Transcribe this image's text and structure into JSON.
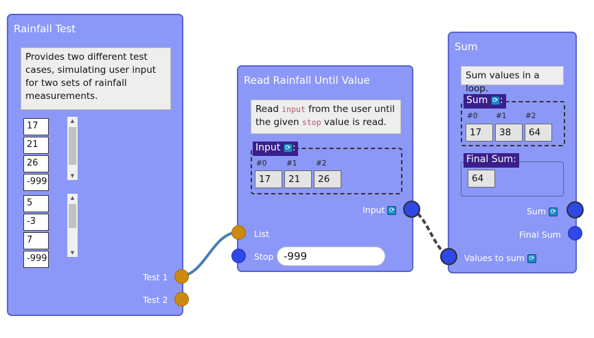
{
  "rainfall_test": {
    "title": "Rainfall Test",
    "description": "Provides two different test cases, simulating user input for two sets of rainfall measurements.",
    "list1": [
      "17",
      "21",
      "26",
      "-999"
    ],
    "list2": [
      "5",
      "-3",
      "7",
      "-999"
    ],
    "ports": {
      "test1": "Test 1",
      "test2": "Test 2"
    }
  },
  "read_rainfall": {
    "title": "Read Rainfall Until Value",
    "desc_part1": "Read ",
    "desc_code1": "input",
    "desc_part2": " from the user until the given ",
    "desc_code2": "stop",
    "desc_part3": " value is read.",
    "input_tag": "Input",
    "indices": [
      "#0",
      "#1",
      "#2"
    ],
    "values": [
      "17",
      "21",
      "26"
    ],
    "ports": {
      "input": "Input",
      "list": "List",
      "stop": "Stop"
    },
    "stop_value": "-999"
  },
  "sum": {
    "title": "Sum",
    "description": "Sum values in a loop.",
    "sum_tag": "Sum",
    "indices": [
      "#0",
      "#1",
      "#2"
    ],
    "values": [
      "17",
      "38",
      "64"
    ],
    "final_sum_tag": "Final Sum:",
    "final_sum_value": "64",
    "ports": {
      "sum": "Sum",
      "final_sum": "Final Sum",
      "values_to_sum": "Values to sum"
    }
  },
  "separator": ":",
  "loop_glyph": "⟳",
  "icons": {
    "loop": "loop-icon",
    "scroll_up": "scroll-up-arrow-icon",
    "scroll_down": "scroll-down-arrow-icon"
  },
  "colors": {
    "node_bg": "#8c98f7",
    "node_border": "#5a63cf",
    "port_orange": "#cc8a10",
    "port_blue": "#2f48e6",
    "tag_bg": "#3a1f8a",
    "wire_list": "#4a7fb5",
    "wire_loop": "#444444"
  }
}
